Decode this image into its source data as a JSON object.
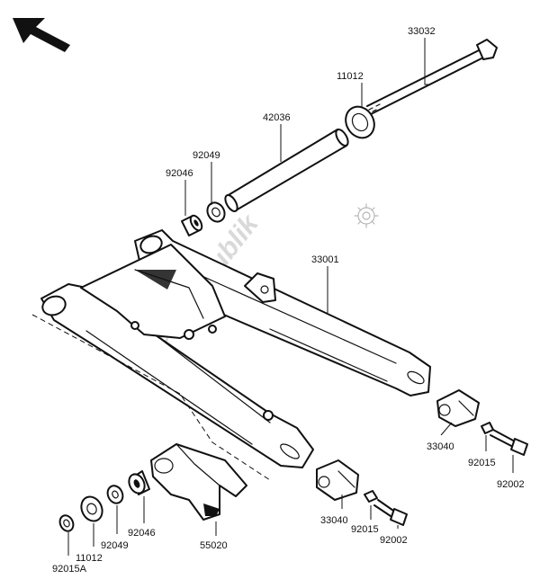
{
  "watermark": {
    "text": "Partsrepublik"
  },
  "labels": {
    "p33032": "33032",
    "p11012_top": "11012",
    "p42036": "42036",
    "p92049_top": "92049",
    "p92046_top": "92046",
    "p33001": "33001",
    "p33040_right": "33040",
    "p92015_right": "92015",
    "p92002_right": "92002",
    "p33040_bottom": "33040",
    "p92015_bottom": "92015",
    "p92002_bottom": "92002",
    "p55020": "55020",
    "p92046_bottom": "92046",
    "p92049_bottom": "92049",
    "p11012_bottom": "11012",
    "p92015A": "92015A"
  },
  "icons": {
    "direction_arrow": "arrow-up-left-icon",
    "watermark_gear": "gear-icon"
  }
}
